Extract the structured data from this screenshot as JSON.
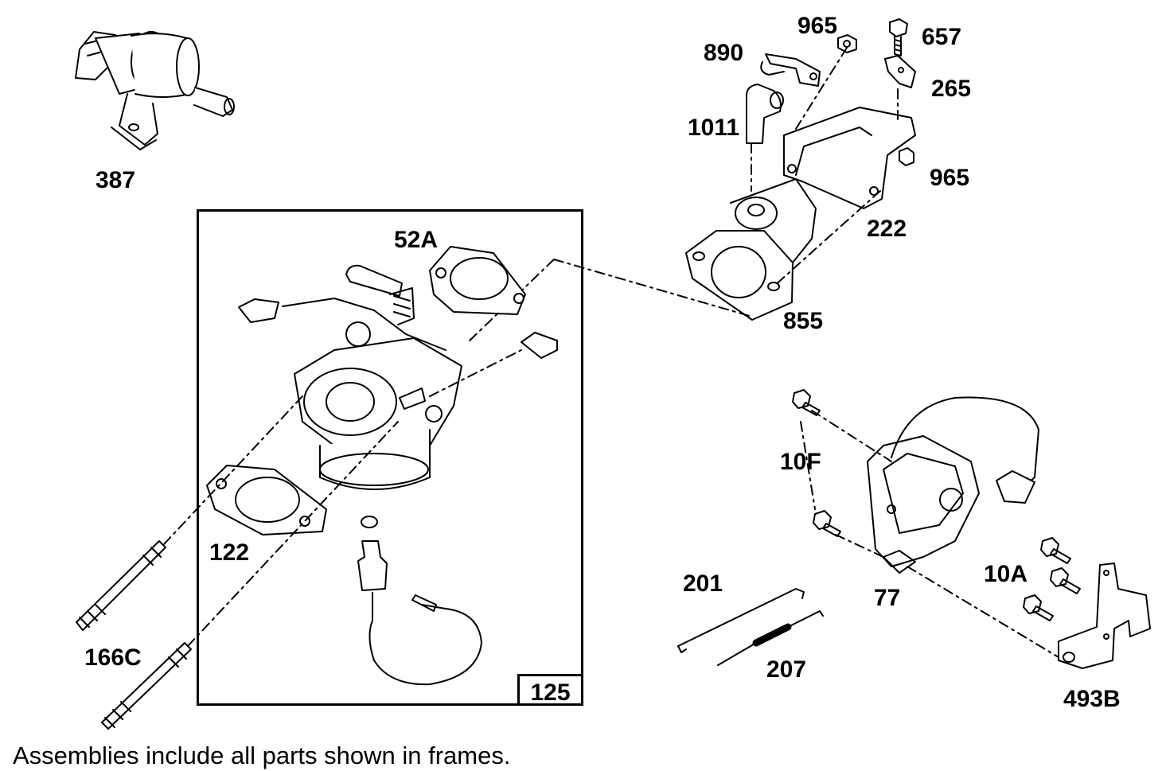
{
  "labels": {
    "p387": "387",
    "p52A": "52A",
    "p965a": "965",
    "p890": "890",
    "p657": "657",
    "p265": "265",
    "p1011": "1011",
    "p965b": "965",
    "p222": "222",
    "p855": "855",
    "p10F": "10F",
    "p10A": "10A",
    "p77": "77",
    "p201": "201",
    "p207": "207",
    "p493B": "493B",
    "p122": "122",
    "p166C": "166C",
    "p125": "125"
  },
  "note": "Assemblies include all parts shown in frames."
}
